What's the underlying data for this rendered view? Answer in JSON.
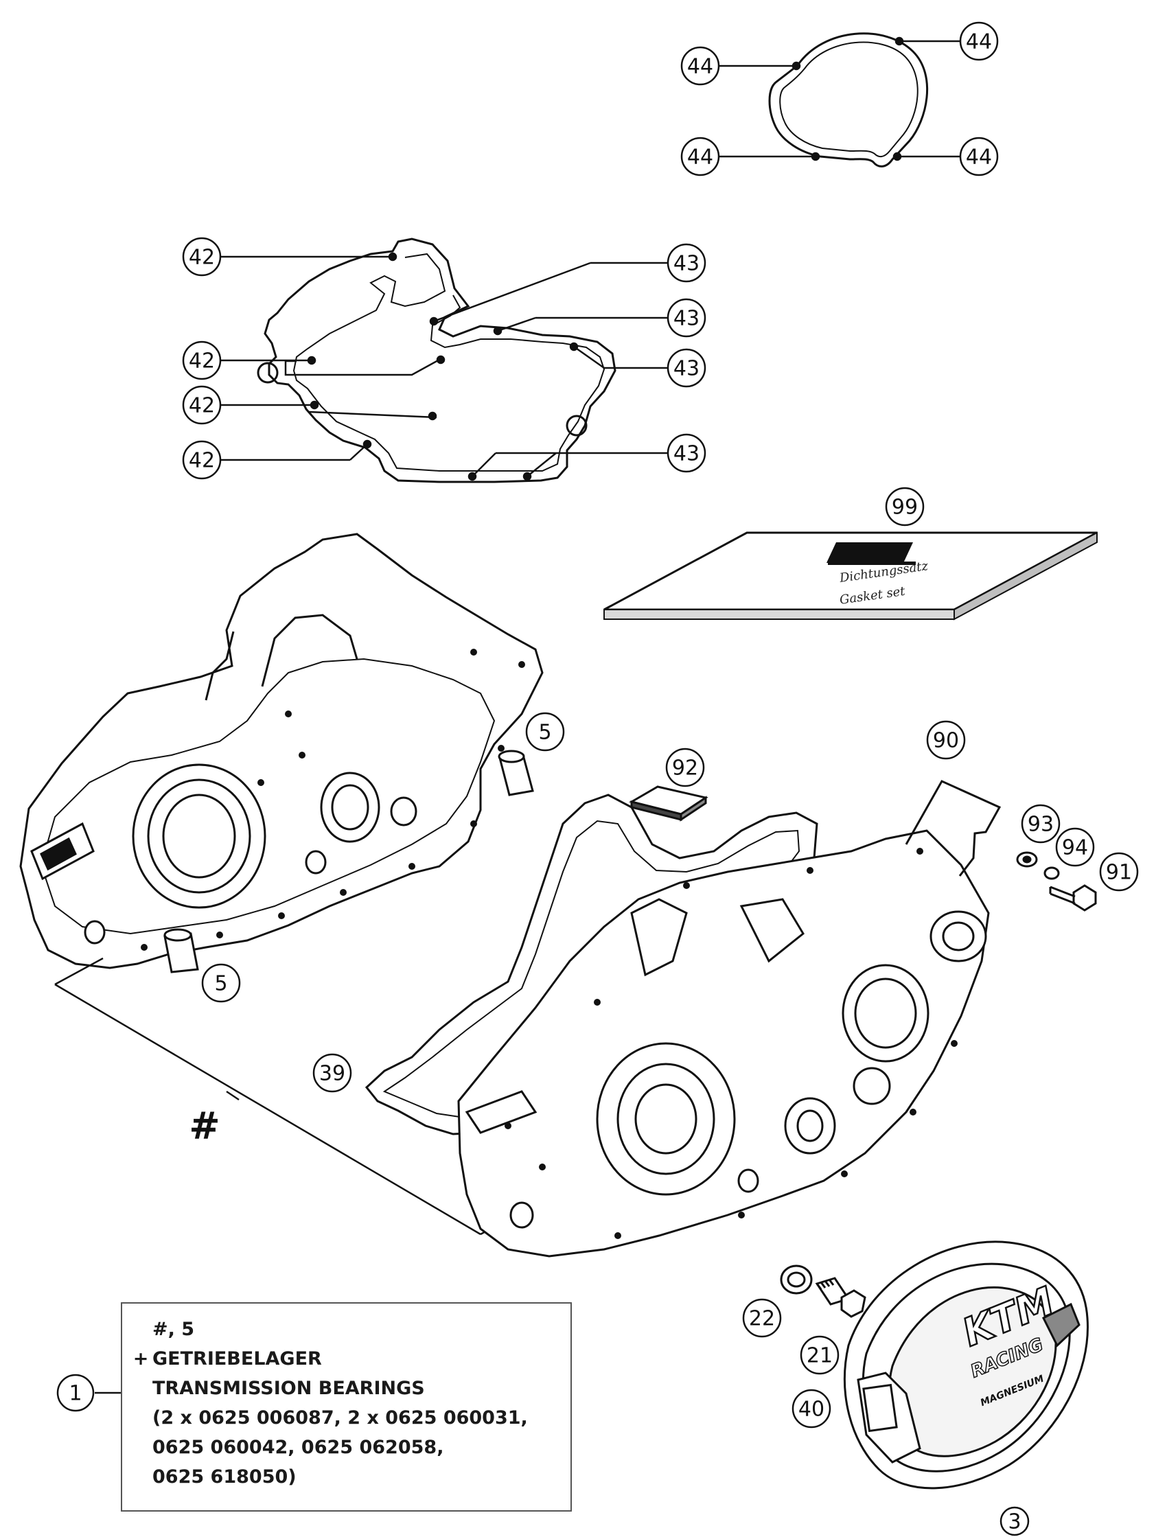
{
  "callouts": {
    "c44a": "44",
    "c44b": "44",
    "c44c": "44",
    "c44d": "44",
    "c42a": "42",
    "c42b": "42",
    "c42c": "42",
    "c42d": "42",
    "c43a": "43",
    "c43b": "43",
    "c43c": "43",
    "c43d": "43",
    "c99": "99",
    "c92": "92",
    "c90": "90",
    "c93": "93",
    "c94": "94",
    "c91": "91",
    "c5a": "5",
    "c5b": "5",
    "c39": "39",
    "c22": "22",
    "c21": "21",
    "c40": "40",
    "c3": "3",
    "c1": "1"
  },
  "hash_marker": "#",
  "manual": {
    "line1": "Dichtungssatz",
    "line2": "Gasket set"
  },
  "cover_logo": {
    "brand": "KTM",
    "line2": "RACING",
    "line3": "MAGNESIUM"
  },
  "kit_note": {
    "line1": "#, 5",
    "plus": "+",
    "line2": "GETRIEBELAGER",
    "line3": "TRANSMISSION BEARINGS",
    "line4": "(2 x 0625 006087, 2 x 0625 060031,",
    "line5": "0625 060042, 0625 062058,",
    "line6": "0625 618050)"
  },
  "colors": {
    "ink": "#111111",
    "paper": "#ffffff",
    "shade": "#d9d9d9"
  }
}
